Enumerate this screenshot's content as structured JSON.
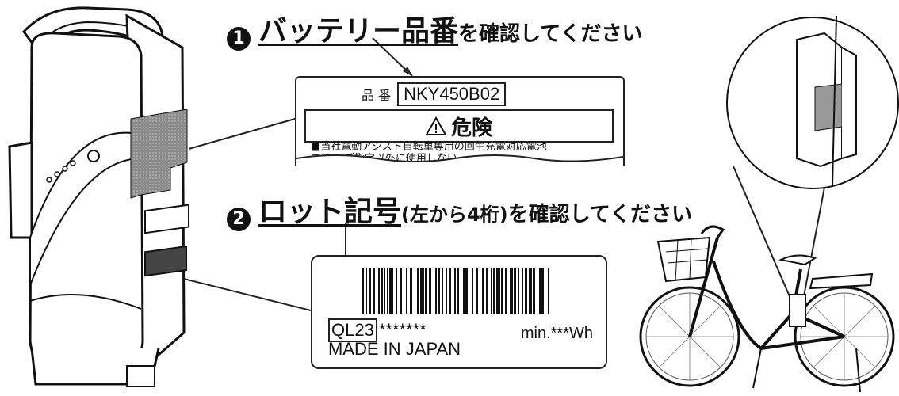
{
  "step1": {
    "number": "1",
    "highlight": "バッテリー品番",
    "rest": "を確認してください"
  },
  "step2": {
    "number": "2",
    "highlight": "ロット記号",
    "paren": "(左から4桁)",
    "rest": "を確認してください"
  },
  "label1": {
    "part_label": "品 番",
    "part_number": "NKY450B02",
    "danger": "危険",
    "warning_line1": "■当社電動アシスト自転車専用の回生充電対応電池",
    "warning_line2": "です。 ご指定以外に使用しない"
  },
  "label2": {
    "lot_code": "QL23",
    "serial_mask": "*******",
    "capacity": "min.***Wh",
    "made_in": "MADE IN JAPAN"
  },
  "colors": {
    "line": "#222222",
    "sticker": "#9a9a9a",
    "background": "#ffffff"
  },
  "icons": [
    "warning-triangle-icon",
    "battery-illustration",
    "bicycle-illustration",
    "barcode"
  ]
}
